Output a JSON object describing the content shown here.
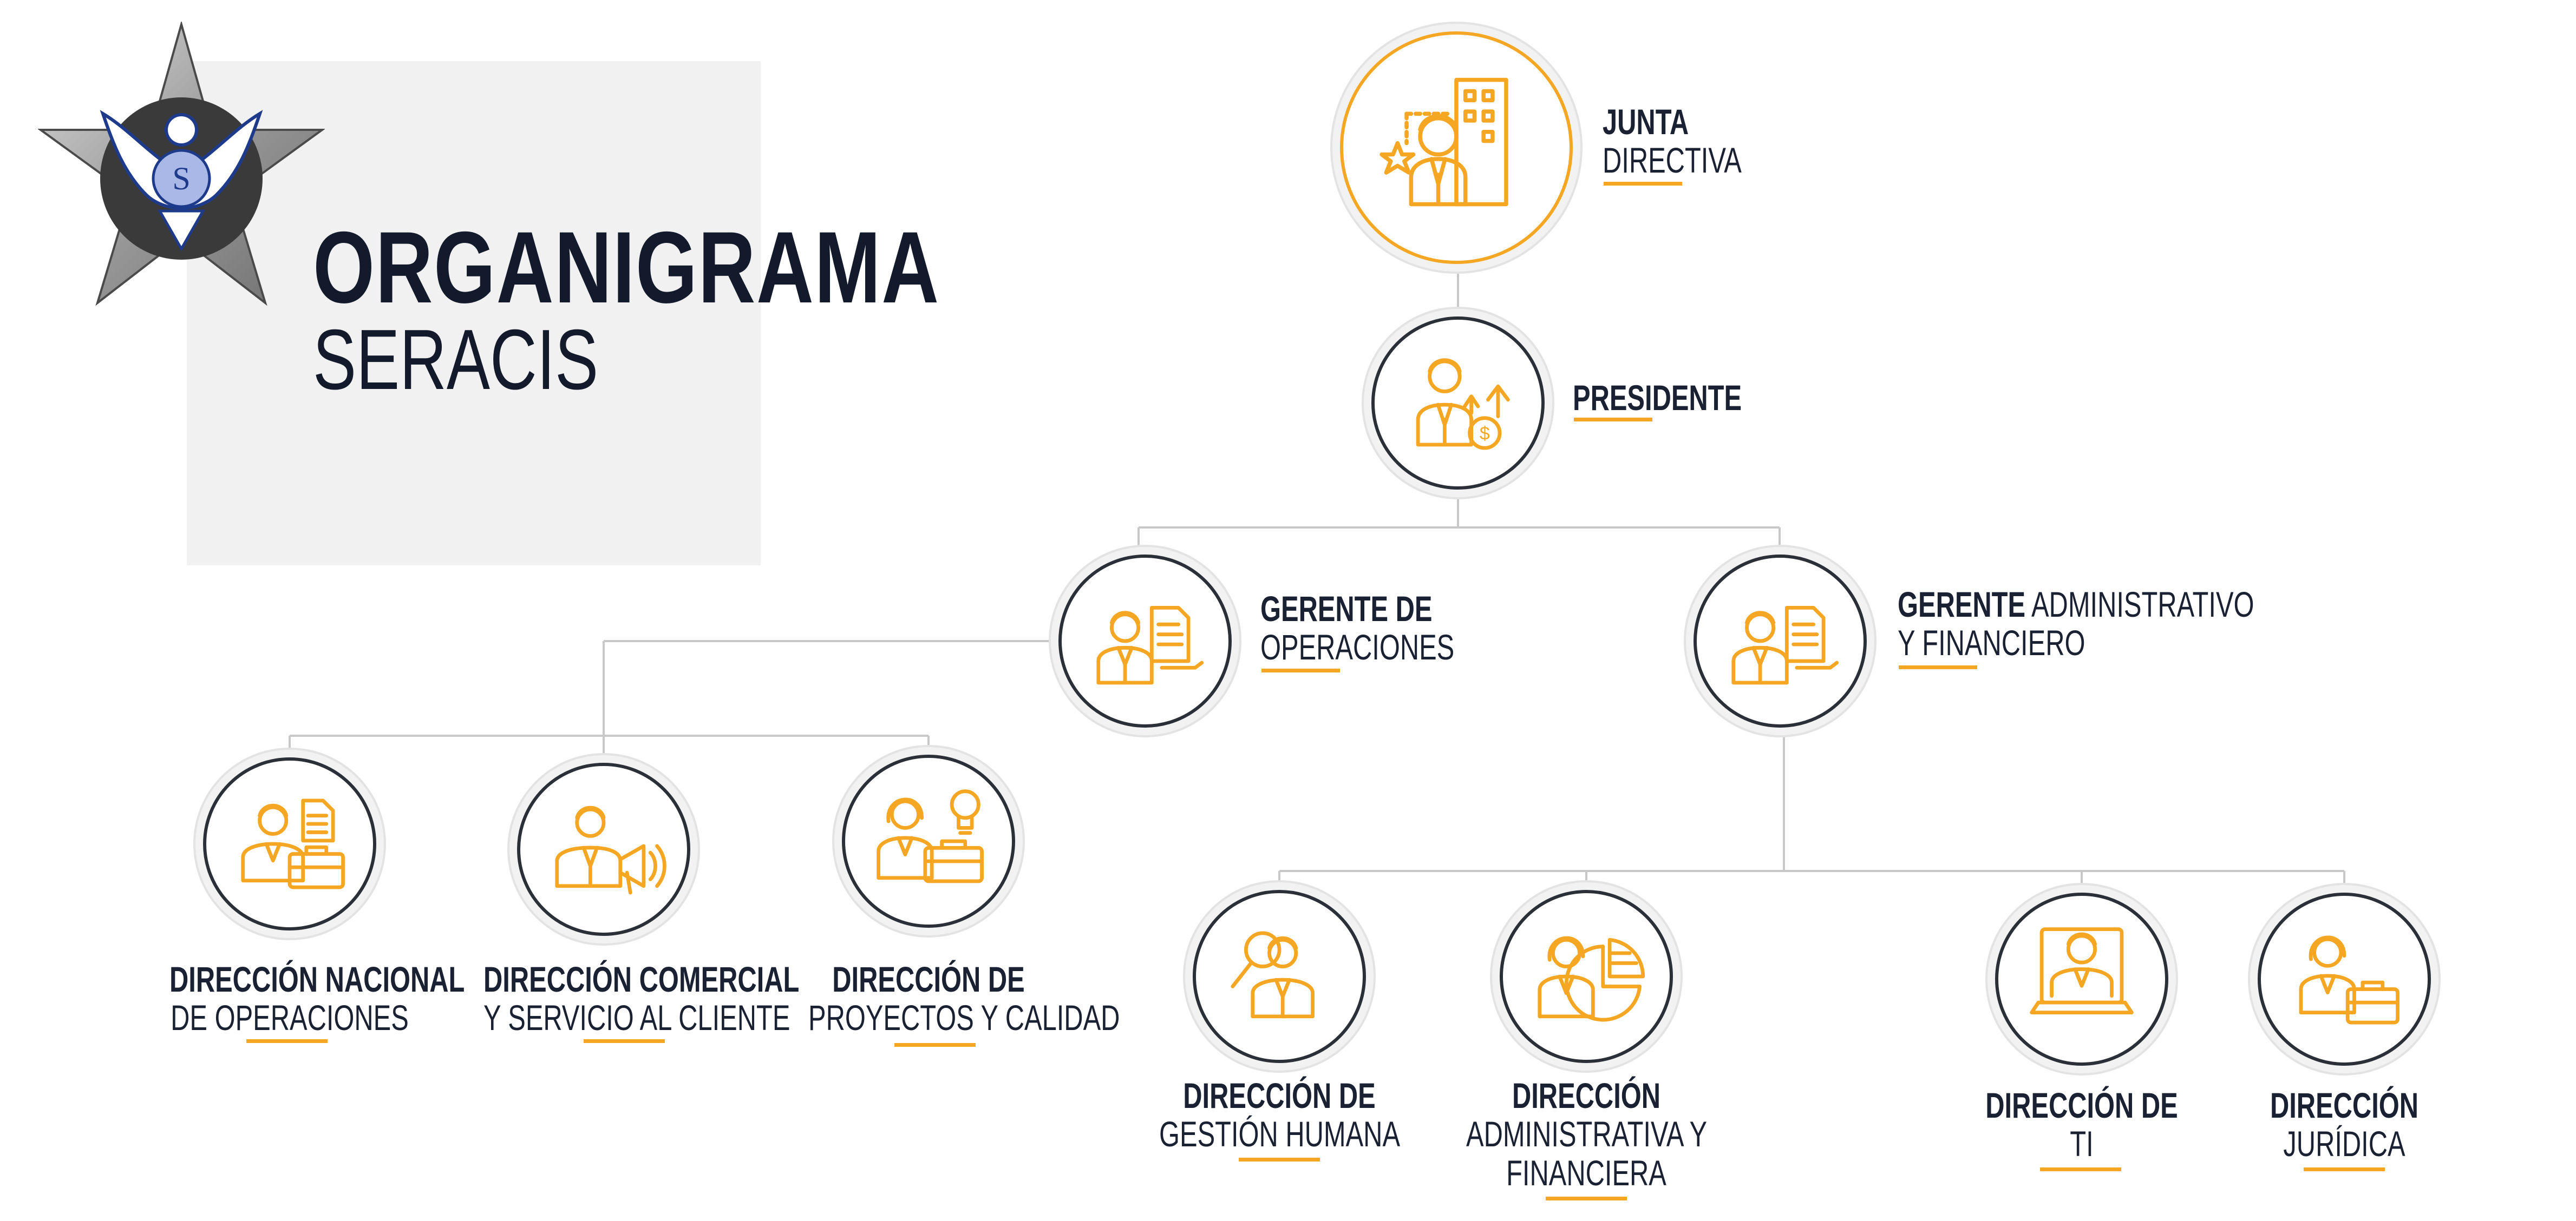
{
  "title": {
    "main": "ORGANIGRAMA",
    "sub": "SERACIS"
  },
  "logo": {
    "icon": "eagle-star-logo",
    "text": "S"
  },
  "colors": {
    "accent": "#f5a623",
    "text": "#1a2133",
    "ring": "#2b2f38",
    "panel": "#f1f1f1"
  },
  "nodes": {
    "junta": {
      "bold": "JUNTA",
      "normal": "DIRECTIVA",
      "icon": "board-building-icon"
    },
    "presidente": {
      "bold": "PRESIDENTE",
      "icon": "president-money-growth-icon"
    },
    "gerente_ops": {
      "bold": "GERENTE DE",
      "normal": "OPERACIONES",
      "icon": "manager-document-icon"
    },
    "gerente_adm": {
      "bold": "GERENTE",
      "normal1": " ADMINISTRATIVO",
      "normal2": "Y FINANCIERO",
      "icon": "manager-document-icon"
    },
    "dir_nacional": {
      "bold": "DIRECCIÓN NACIONAL",
      "normal": "DE OPERACIONES",
      "icon": "worker-briefcase-document-icon"
    },
    "dir_comercial": {
      "bold": "DIRECCIÓN COMERCIAL",
      "normal": "Y SERVICIO AL CLIENTE",
      "icon": "worker-megaphone-icon"
    },
    "dir_proyectos": {
      "bold": "DIRECCIÓN DE",
      "normal": "PROYECTOS Y CALIDAD",
      "icon": "woman-idea-briefcase-icon"
    },
    "dir_gestion": {
      "bold": "DIRECCIÓN DE",
      "normal": "GESTIÓN HUMANA",
      "icon": "person-magnifier-icon"
    },
    "dir_admfin": {
      "bold": "DIRECCIÓN",
      "normal1": "ADMINISTRATIVA Y",
      "normal2": "FINANCIERA",
      "icon": "woman-pie-chart-icon"
    },
    "dir_ti": {
      "bold": "DIRECCIÓN DE",
      "normal": "TI",
      "icon": "person-laptop-icon"
    },
    "dir_juridica": {
      "bold": "DIRECCIÓN",
      "normal": "JURÍDICA",
      "icon": "woman-briefcase-icon"
    }
  }
}
